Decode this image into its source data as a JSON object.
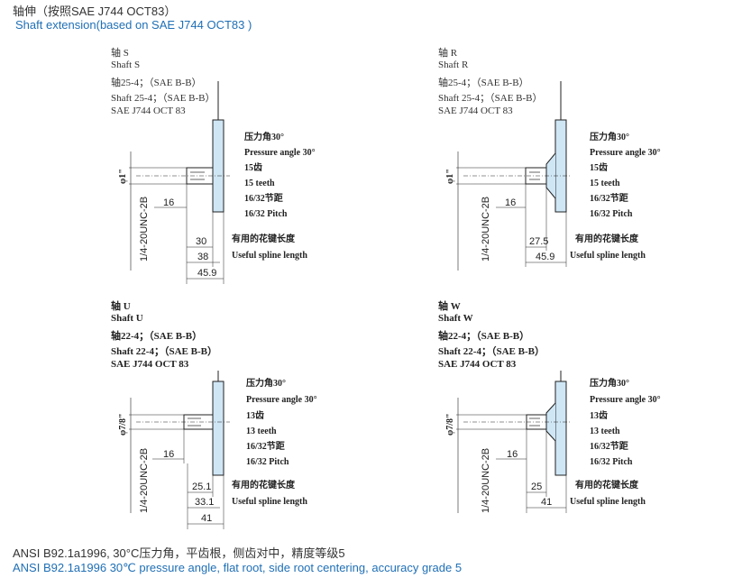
{
  "header": {
    "title_cn": "轴伸（按照SAE J744 OCT83）",
    "title_en": "Shaft extension(based on SAE J744 OCT83 )"
  },
  "footer": {
    "note_cn": "ANSI B92.1a1996,   30°C压力角，平齿根，侧齿对中，精度等级5",
    "note_en": "ANSI B92.1a1996  30℃ pressure angle, flat root, side root centering, accuracy grade 5"
  },
  "colors": {
    "flange_fill": "#cfe6f5",
    "line": "#222222",
    "accent": "#1f6fb5"
  },
  "panels": [
    {
      "id": "S",
      "labels": [
        "轴 S",
        "Shaft S",
        "轴25-4；（SAE  B-B）",
        "Shaft 25-4；（SAE  B-B）",
        "SAE  J744  OCT  83"
      ],
      "thread": "1/4-20UNC-2B",
      "dia": "φ1\"",
      "dim_16": "16",
      "dim_a": "30",
      "dim_b": "38",
      "dim_c": "45.9",
      "notes": [
        "压力角30°",
        "Pressure angle 30°",
        "15齿",
        "15 teeth",
        "16/32节距",
        "16/32 Pitch",
        "有用的花键长度",
        "Useful spline length"
      ]
    },
    {
      "id": "R",
      "labels": [
        "轴 R",
        "Shaft R",
        "轴25-4；（SAE  B-B）",
        "Shaft 25-4；（SAE  B-B）",
        "SAE  J744  OCT  83"
      ],
      "thread": "1/4-20UNC-2B",
      "dia": "φ1\"",
      "dim_16": "16",
      "dim_a": "27.5",
      "dim_b": "",
      "dim_c": "45.9",
      "notes": [
        "压力角30°",
        "Pressure angle 30°",
        "15齿",
        "15 teeth",
        "16/32节距",
        "16/32 Pitch",
        "有用的花键长度",
        "Useful spline length"
      ]
    },
    {
      "id": "U",
      "labels": [
        "轴 U",
        "Shaft U",
        "轴22-4；（SAE  B-B）",
        "Shaft 22-4；（SAE  B-B）",
        "SAE  J744  OCT  83"
      ],
      "thread": "1/4-20UNC-2B",
      "dia": "φ7/8\"",
      "dim_16": "16",
      "dim_a": "25.1",
      "dim_b": "33.1",
      "dim_c": "41",
      "notes": [
        "压力角30°",
        "Pressure angle 30°",
        "13齿",
        "13 teeth",
        "16/32节距",
        "16/32 Pitch",
        "有用的花键长度",
        "Useful spline length"
      ]
    },
    {
      "id": "W",
      "labels": [
        "轴 W",
        "Shaft W",
        "轴22-4；（SAE  B-B）",
        "Shaft 22-4；（SAE  B-B）",
        "SAE  J744  OCT  83"
      ],
      "thread": "1/4-20UNC-2B",
      "dia": "φ7/8\"",
      "dim_16": "16",
      "dim_a": "25",
      "dim_b": "",
      "dim_c": "41",
      "notes": [
        "压力角30°",
        "Pressure angle 30°",
        "13齿",
        "13 teeth",
        "16/32节距",
        "16/32 Pitch",
        "有用的花键长度",
        "Useful spline length"
      ]
    }
  ]
}
